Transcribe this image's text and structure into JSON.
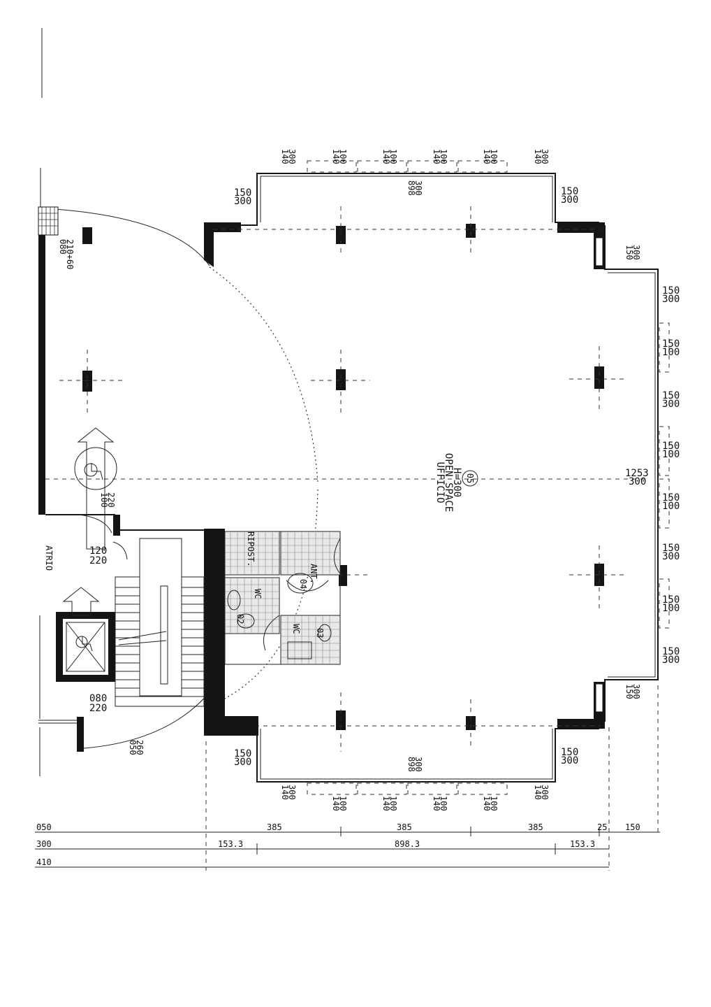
{
  "room": {
    "number": "05",
    "name_line1": "UFFICIO",
    "name_line2": "OPEN SPACE",
    "height": "H=300"
  },
  "service_rooms": {
    "ripost": "RIPOST.",
    "wc": "WC",
    "wc_number": "03",
    "antibagno": "ANT.",
    "antibagno_number": "04",
    "ripost_number": "02",
    "wc_extra": "WC"
  },
  "atrio": {
    "name": "ATRIO"
  },
  "window_labels": {
    "top_left": [
      "140",
      "300"
    ],
    "top_window": [
      "140",
      "100"
    ],
    "top_right": [
      "140",
      "300"
    ],
    "top_total": [
      "898",
      "300"
    ],
    "side_left": [
      "150",
      "300"
    ],
    "side_right": [
      "150",
      "300"
    ],
    "right_wall": [
      "150",
      "300"
    ],
    "right_window": [
      "150",
      "100"
    ],
    "right_total": [
      "1253",
      "300"
    ],
    "right_corner": [
      "150",
      "300"
    ]
  },
  "door_labels": {
    "main_door": [
      "080",
      "210+60"
    ],
    "lift_door": [
      "100",
      "220"
    ],
    "corridor_door": [
      "120",
      "220"
    ],
    "stair_door": [
      "080",
      "220"
    ],
    "bottom_door": [
      "050",
      "260"
    ]
  },
  "dimensions": {
    "row1": [
      "050",
      "385",
      "385",
      "385",
      "25",
      "150"
    ],
    "row2": [
      "300",
      "153.3",
      "898.3",
      "153.3"
    ],
    "row3": [
      "410"
    ]
  }
}
